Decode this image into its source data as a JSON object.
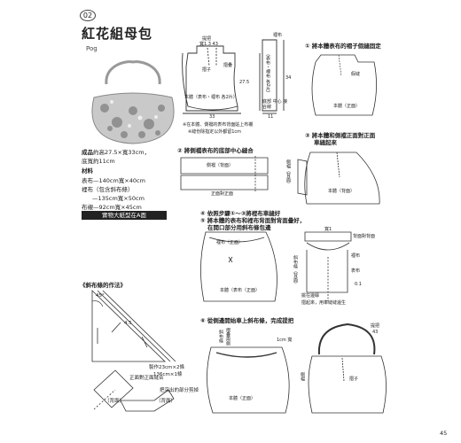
{
  "header": {
    "number": "02",
    "title": "紅花組母包",
    "subtitle": "Pog"
  },
  "info": {
    "finished_label": "成品",
    "finished_text": "約高27.5×寬33cm，",
    "bottom_text": "底寬約11cm",
    "materials_label": "材料",
    "fabric_outer": "表布—140cm寬×40cm",
    "fabric_lining": "裡布（包含斜布條）",
    "fabric_lining2": "—135cm寬×50cm",
    "fabric_bias": "布襯—92cm寬×45cm",
    "pattern_note": "實物大紙型在A面"
  },
  "pattern": {
    "pleat_label": "摺疊",
    "width_label": "寬1.3 43",
    "handle_label": "提把",
    "pocket_label": "裡布",
    "fold_label": "摺子",
    "main_label": "本體（表布・裡布 各2片）",
    "height": "27.5",
    "width": "33",
    "note1": "※在本體、側襠的表布背面貼上布襯",
    "note2": "※縫份除指定以外都留1cm",
    "side_label": "側襠",
    "side_sub": "（表布・裡布 各2片）",
    "side_bottom": "底部 中心 接合線",
    "side_h": "34",
    "side_w": "11"
  },
  "steps": {
    "s1": "① 將本體表布的褶子假縫固定",
    "s1_fold": "假縫",
    "s1_body": "本體（正面）",
    "s2": "② 將側襠表布的底部中心縫合",
    "s2_side": "側襠（背面）",
    "s2_side2": "正面對正面",
    "s3": "③ 將本體和側襠正面對正面",
    "s3b": "車縫起來",
    "s3_side": "側襠（背面）",
    "s3_body": "本體（背面）",
    "s4a": "④ 依照步驟①～③將裡布車縫好",
    "s4b": "⑤ 將本體的表布和裡布背面對背面疊好，",
    "s4c": "在開口部分用斜布條包邊",
    "s4_lining": "裡布（正面）",
    "s4_body": "本體（表布（正面）",
    "s4_r1": "寬1",
    "s4_r2": "背面對背面",
    "s4_r3": "斜布條（背面）",
    "s4_r4": "裡布",
    "s4_r5": "表布",
    "s4_r6": "擺在邊緣",
    "s4_r7": "摺起來，用車縫縫邊生",
    "s4_r8": "0.1",
    "s6": "⑥ 從側邊開始車上斜布條，完成提把",
    "s6_bias": "斜布條",
    "s6_l1": "摺疊兩側",
    "s6_handle": "提把",
    "s6_num": "43",
    "s6_body": "本體（正面）",
    "s6_side": "側襠",
    "s6_fold": "摺子",
    "s6_cut": "1cm 寬"
  },
  "bias": {
    "title": "《斜布條的作法》",
    "angle": "45°",
    "w": "4.5",
    "make1": "製作23cm×2條",
    "make2": "136cm×1條",
    "face": "正面對正面縫合",
    "back1": "（背面）",
    "back2": "（背面）",
    "cut": "把突出的部分剪掉"
  },
  "page": "45"
}
